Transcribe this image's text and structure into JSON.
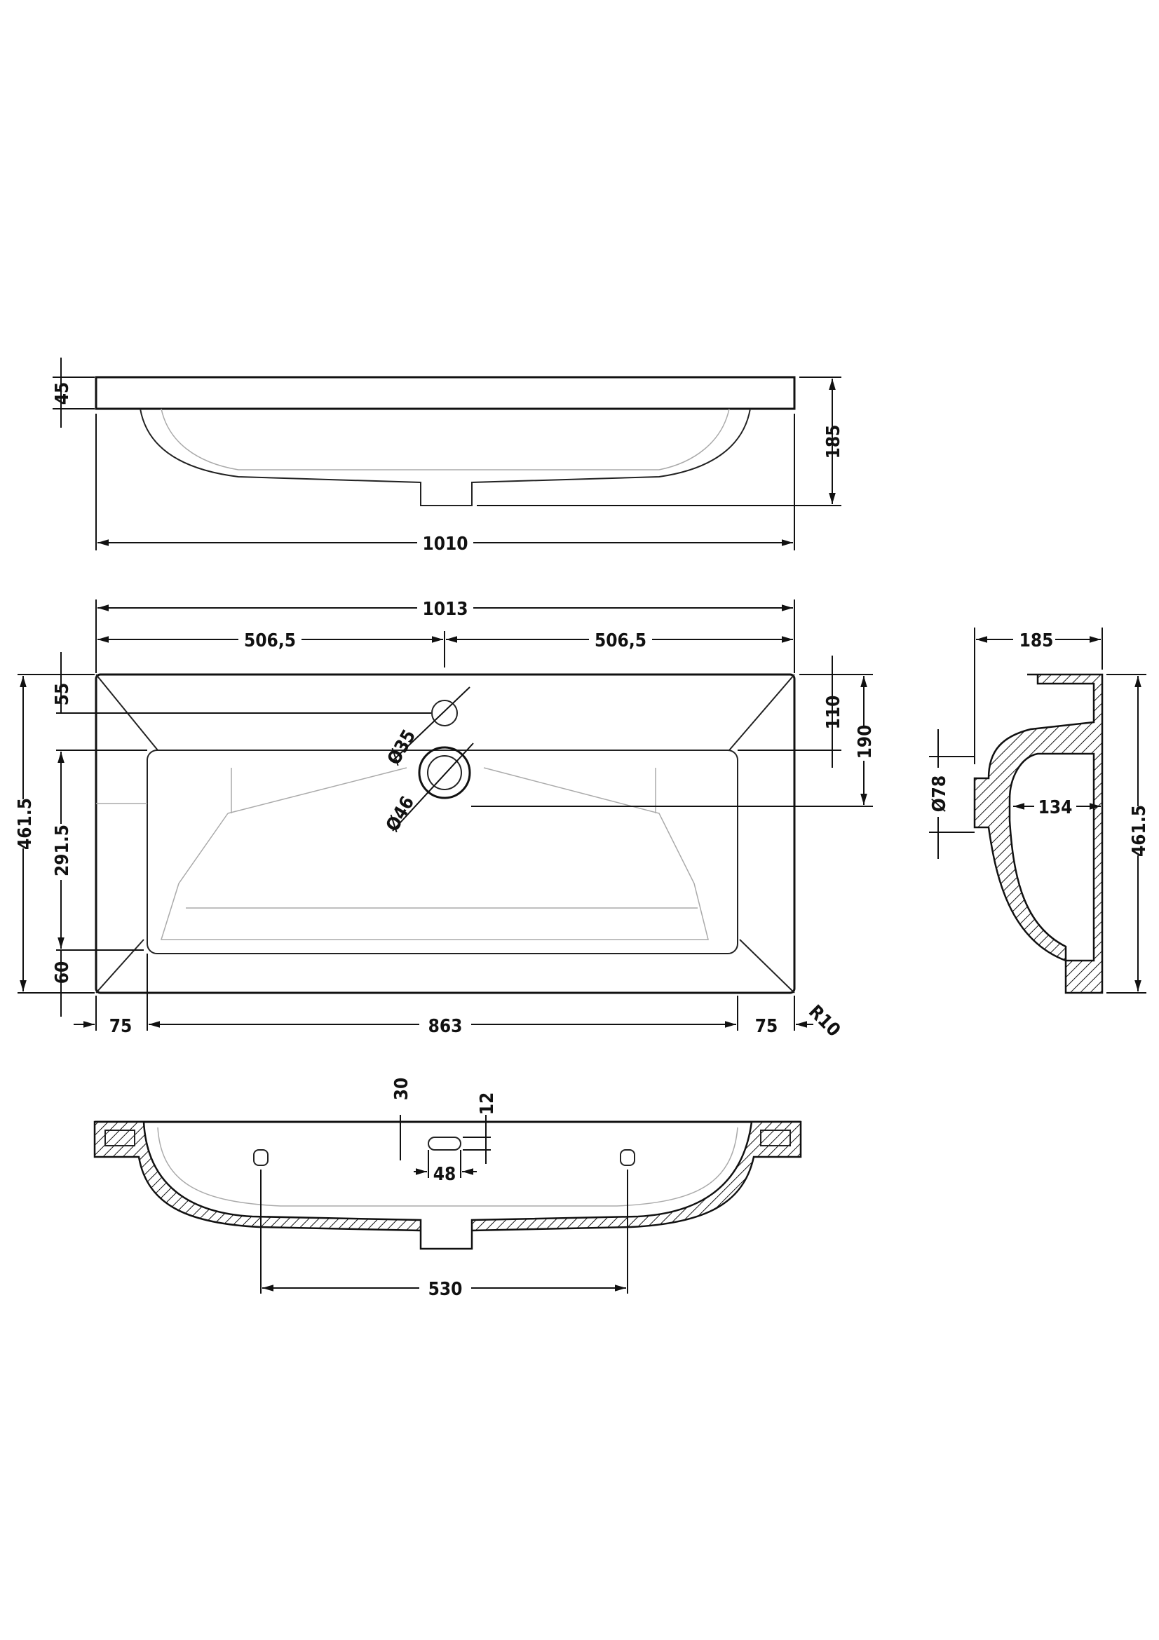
{
  "title": "Basin technical drawing",
  "elevation_top": {
    "height_rim": "45",
    "height_total": "185",
    "width": "1010"
  },
  "plan": {
    "width_total": "1013",
    "half_left": "506,5",
    "half_right": "506,5",
    "tap_hole_offset": "55",
    "tap_hole_dia": "Ø35",
    "waste_dia": "Ø46",
    "bowl_top_offset": "110",
    "waste_offset": "190",
    "depth_total": "461.5",
    "bowl_depth": "291.5",
    "front_margin": "60",
    "left_margin": "75",
    "bowl_width": "863",
    "right_margin": "75",
    "corner_radius": "R10"
  },
  "side": {
    "depth": "185",
    "length": "461.5",
    "overflow_dia": "Ø78",
    "overflow_offset": "134"
  },
  "front_section": {
    "slot_height_pos": "30",
    "slot_height": "12",
    "slot_width": "48",
    "fixing_spacing": "530"
  }
}
